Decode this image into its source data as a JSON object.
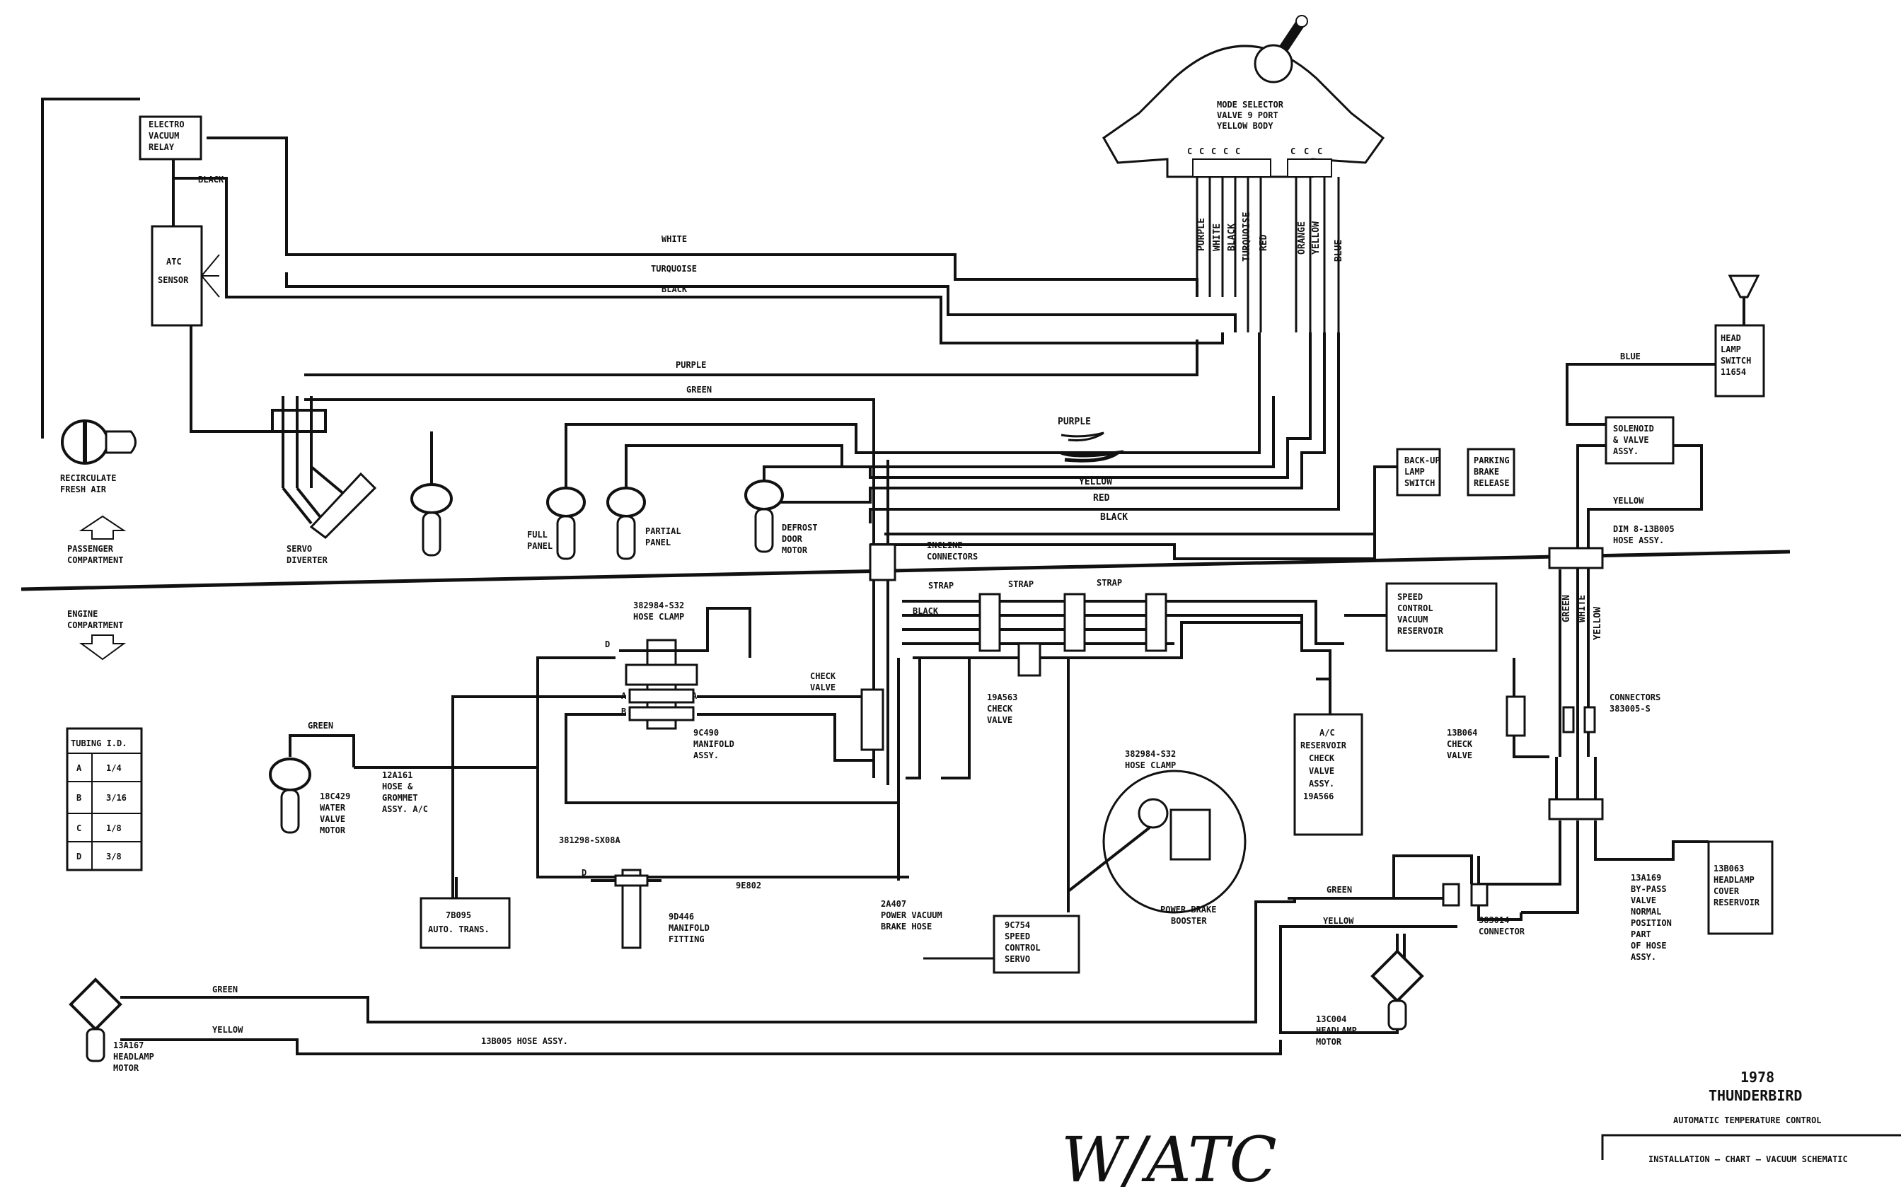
{
  "diagram": {
    "title": {
      "year": "1978",
      "model": "THUNDERBIRD",
      "subtitle": "AUTOMATIC TEMPERATURE CONTROL",
      "chart": "INSTALLATION – CHART – VACUUM SCHEMATIC",
      "handwritten": "W/ATC"
    },
    "mode_selector": {
      "line1": "MODE SELECTOR",
      "line2": "VALVE 9 PORT",
      "line3": "YELLOW BODY",
      "port_marks": [
        "C",
        "C",
        "C",
        "C",
        "C",
        "C",
        "C",
        "C"
      ],
      "port_colors": [
        "PURPLE",
        "WHITE",
        "BLACK",
        "TURQUOISE",
        "RED",
        "ORANGE",
        "YELLOW",
        "BLUE"
      ]
    },
    "hose_colors": {
      "white": "WHITE",
      "turquoise": "TURQUOISE",
      "black": "BLACK",
      "purple": "PURPLE",
      "green": "GREEN",
      "blue": "BLUE",
      "yellow": "YELLOW",
      "red": "RED",
      "black_upper": "BLACK"
    },
    "labels": {
      "electro_vacuum_relay": [
        "ELECTRO",
        "VACUUM",
        "RELAY"
      ],
      "atc_sensor": [
        "ATC",
        "SENSOR"
      ],
      "recirculate": [
        "RECIRCULATE",
        "FRESH AIR"
      ],
      "servo_diverter": [
        "SERVO",
        "DIVERTER"
      ],
      "passenger": [
        "PASSENGER",
        "COMPARTMENT"
      ],
      "engine": [
        "ENGINE",
        "COMPARTMENT"
      ],
      "full_panel": [
        "FULL",
        "PANEL"
      ],
      "partial_panel": [
        "PARTIAL",
        "PANEL"
      ],
      "defrost": [
        "DEFROST",
        "DOOR",
        "MOTOR"
      ],
      "inline": [
        "INCLINE",
        "CONNECTORS"
      ],
      "backup_lamp": [
        "BACK-UP",
        "LAMP",
        "SWITCH"
      ],
      "parking_brake": [
        "PARKING",
        "BRAKE",
        "RELEASE"
      ],
      "head_lamp_switch": [
        "HEAD",
        "LAMP",
        "SWITCH",
        "11654"
      ],
      "solenoid": [
        "SOLENOID",
        "& VALVE",
        "ASSY."
      ],
      "dim_hose": [
        "DIM 8-13B005",
        "HOSE ASSY."
      ],
      "speed_reservoir": [
        "SPEED",
        "CONTROL",
        "VACUUM",
        "RESERVOIR"
      ],
      "strap": "STRAP",
      "hose_clamp_1": [
        "382984-S32",
        "HOSE CLAMP"
      ],
      "hose_clamp_2": [
        "382984-S32",
        "HOSE CLAMP"
      ],
      "check_valve_1": [
        "CHECK",
        "VALVE"
      ],
      "check_valve_2": [
        "19A563",
        "CHECK",
        "VALVE"
      ],
      "check_valve_3": [
        "13B064",
        "CHECK",
        "VALVE"
      ],
      "manifold_assy": [
        "9C490",
        "MANIFOLD",
        "ASSY."
      ],
      "ac_reservoir": [
        "A/C",
        "RESERVOIR",
        "CHECK",
        "VALVE",
        "ASSY.",
        "19A566"
      ],
      "connectors_1": [
        "CONNECTORS",
        "383005-S"
      ],
      "tubing_title": "TUBING I.D.",
      "tubing_rows": [
        [
          "A",
          "1/4"
        ],
        [
          "B",
          "3/16"
        ],
        [
          "C",
          "1/8"
        ],
        [
          "D",
          "3/8"
        ]
      ],
      "water_valve": [
        "18C429",
        "WATER",
        "VALVE",
        "MOTOR"
      ],
      "grommet": [
        "12A161",
        "HOSE &",
        "GROMMET",
        "ASSY. A/C"
      ],
      "sx08a": "381298-SX08A",
      "manifold_fitting": [
        "9D446",
        "MANIFOLD",
        "FITTING"
      ],
      "e802": "9E802",
      "brake_hose": [
        "2A407",
        "POWER VACUUM",
        "BRAKE HOSE"
      ],
      "speed_servo": [
        "9C754",
        "SPEED",
        "CONTROL",
        "SERVO"
      ],
      "brake_booster": [
        "POWER BRAKE",
        "BOOSTER"
      ],
      "auto_trans": [
        "7B095",
        "AUTO. TRANS."
      ],
      "headlamp_motor_1": [
        "13A167",
        "HEADLAMP",
        "MOTOR"
      ],
      "hose_assy": "13B005 HOSE ASSY.",
      "headlamp_motor_2": [
        "13C004",
        "HEADLAMP",
        "MOTOR"
      ],
      "connector_383014": [
        "383014",
        "CONNECTOR"
      ],
      "bypass": [
        "13A169",
        "BY-PASS",
        "VALVE",
        "NORMAL",
        "POSITION",
        "PART",
        "OF HOSE",
        "ASSY."
      ],
      "cover_reservoir": [
        "13B063",
        "HEADLAMP",
        "COVER",
        "RESERVOIR"
      ],
      "port_a": "A",
      "port_b": "B",
      "port_d": "D"
    }
  }
}
